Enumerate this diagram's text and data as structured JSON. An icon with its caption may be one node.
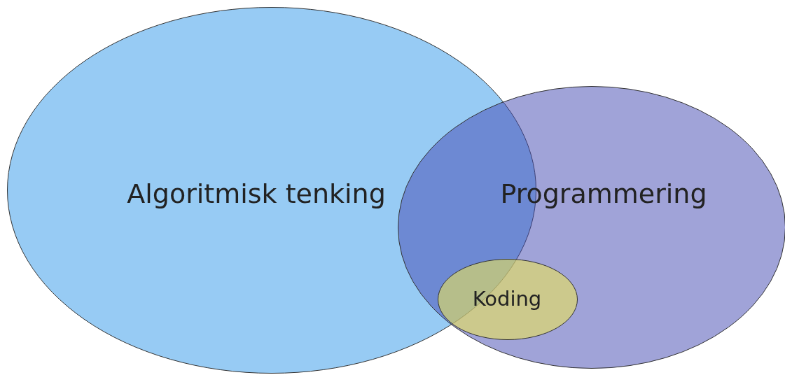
{
  "diagram": {
    "nodes": [
      {
        "text": [
          "Algoritmisk tenking"
        ]
      },
      {
        "text": [
          "Programmering"
        ]
      },
      {
        "text": [
          "Koding"
        ],
        "in": 1
      }
    ]
  }
}
